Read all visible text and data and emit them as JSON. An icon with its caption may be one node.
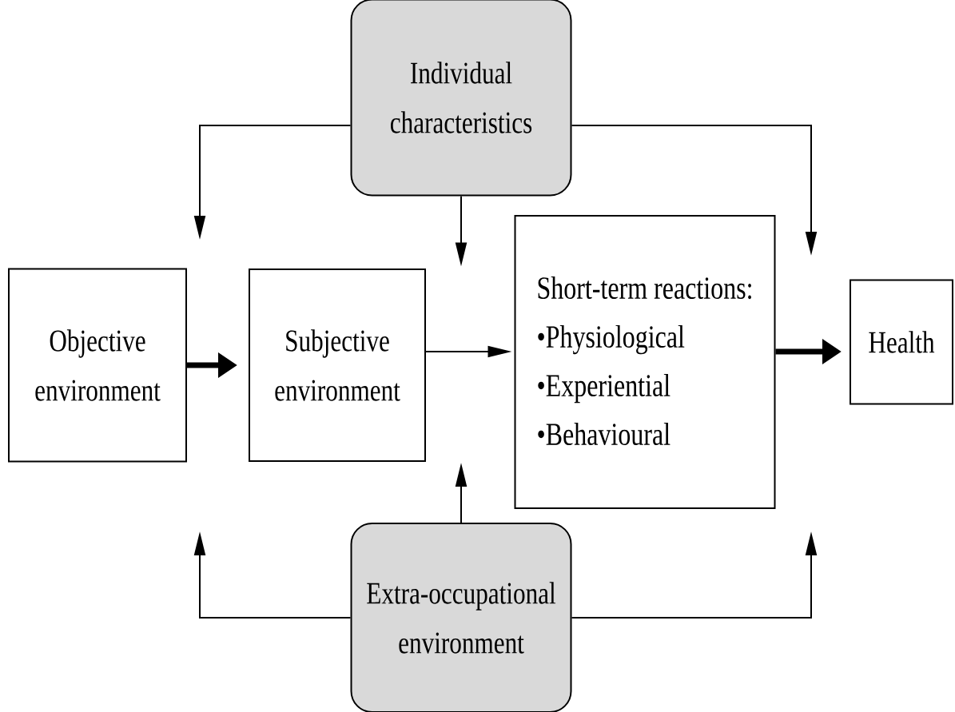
{
  "diagram": {
    "nodes": [
      {
        "text": [
          "Individual characteristics"
        ]
      },
      {
        "text": [
          "Objective environment"
        ]
      },
      {
        "text": [
          "Subjective environment"
        ]
      },
      {
        "text": [
          "Short-term reactions:",
          "•Physiological",
          "•Experiential",
          "•Behavioural"
        ]
      },
      {
        "text": [
          "Health"
        ]
      },
      {
        "text": [
          "Extra-occupational environment"
        ]
      }
    ],
    "edges": [
      {
        "from": 1,
        "to": 2,
        "arrow": "to",
        "style": "thick"
      },
      {
        "from": 2,
        "to": 3,
        "arrow": "to"
      },
      {
        "from": 3,
        "to": 4,
        "arrow": "to",
        "style": "thick"
      },
      {
        "from": 0,
        "to": null,
        "arrow": "to"
      },
      {
        "from": 0,
        "to": null,
        "arrow": "to"
      },
      {
        "from": 0,
        "to": null,
        "arrow": "to"
      },
      {
        "from": 5,
        "to": null,
        "arrow": "to"
      },
      {
        "from": 5,
        "to": null,
        "arrow": "to"
      },
      {
        "from": 5,
        "to": null,
        "arrow": "to"
      }
    ]
  }
}
